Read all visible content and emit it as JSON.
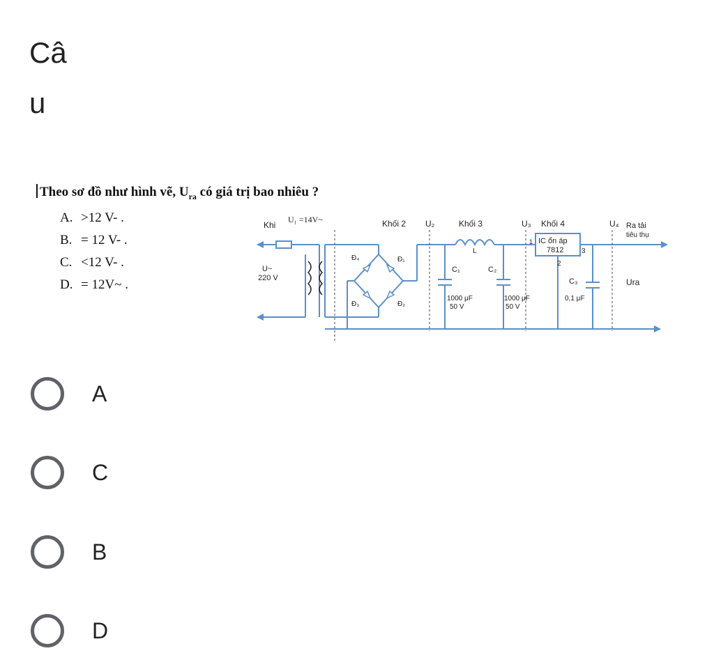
{
  "header": {
    "title_line1": "Câ",
    "title_line2": "u"
  },
  "question": {
    "text_before": "Theo sơ đồ như hình vẽ, U",
    "text_sub": "ra",
    "text_after": " có giá trị bao nhiêu ?",
    "choices": [
      {
        "label": "A.",
        "text": ">12 V- ."
      },
      {
        "label": "B.",
        "text": "= 12 V- ."
      },
      {
        "label": "C.",
        "text": "<12 V- ."
      },
      {
        "label": "D.",
        "text": "= 12V~ ."
      }
    ]
  },
  "circuit": {
    "khoi1": "Khi",
    "u1": "U₁ =14V~",
    "khoi2": "Khối 2",
    "u2": "U₂",
    "khoi3": "Khối 3",
    "u3": "U₃",
    "khoi4": "Khối 4",
    "u4": "U₄",
    "ra_tai": "Ra tải",
    "tieu_thu": "tiêu thụ",
    "ic": "IC ổn áp",
    "ic_model": "7812",
    "pin1": "1",
    "pin2": "2",
    "pin3": "3",
    "l": "L",
    "d1": "Đ₁",
    "d2": "Đ₂",
    "d3": "Đ₃",
    "d4": "Đ₄",
    "c1": "C₁",
    "c2": "C₂",
    "c3": "C₃",
    "c1_val": "1000 μF",
    "c1_v": "50 V",
    "c2_val": "1000 μF",
    "c2_v": "50 V",
    "c3_val": "0,1 μF",
    "u_in": "U~",
    "u_in_v": "220 V",
    "u_out": "Ura"
  },
  "options": [
    {
      "label": "A"
    },
    {
      "label": "C"
    },
    {
      "label": "B"
    },
    {
      "label": "D"
    }
  ],
  "colors": {
    "wire": "#5b8fc7",
    "radio": "#5f6368"
  }
}
